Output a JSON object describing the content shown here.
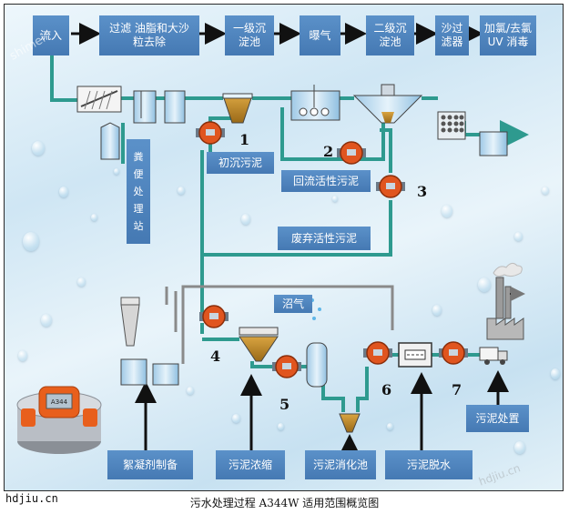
{
  "process_steps": [
    {
      "id": "inflow",
      "label": "流入"
    },
    {
      "id": "filter",
      "label": "过滤  油脂和大沙\n粒去除"
    },
    {
      "id": "primary",
      "label": "一级沉\n淀池"
    },
    {
      "id": "aeration",
      "label": "曝气"
    },
    {
      "id": "secondary",
      "label": "二级沉\n淀池"
    },
    {
      "id": "sandfilter",
      "label": "沙过\n滤器"
    },
    {
      "id": "disinfect",
      "label": "加氯/去氯\nUV 消毒"
    }
  ],
  "sludge_labels": {
    "primary_sludge": "初沉污泥",
    "return_sludge": "回流活性污泥",
    "waste_sludge": "废弃活性污泥",
    "biogas": "沼气",
    "disposal": "污泥处置",
    "fecal_station": "粪\n便\n处\n理\n站"
  },
  "stage_labels": {
    "coagulant": "絮凝剂制备",
    "thickening": "污泥浓缩",
    "digestion": "污泥消化池",
    "dewatering": "污泥脱水"
  },
  "pump_numbers": [
    "1",
    "2",
    "3",
    "4",
    "5",
    "6",
    "7"
  ],
  "device_badge": "A344",
  "watermarks": [
    "shimei",
    "hdjiu.cn"
  ],
  "caption": "污水处理过程 A344W 适用范围概览图",
  "site": "hdjiu.cn",
  "colors": {
    "box": "#4f84bf",
    "pipe": "#2e9a8f",
    "pump": "#e0551f",
    "frame": "#2a2a2a"
  }
}
